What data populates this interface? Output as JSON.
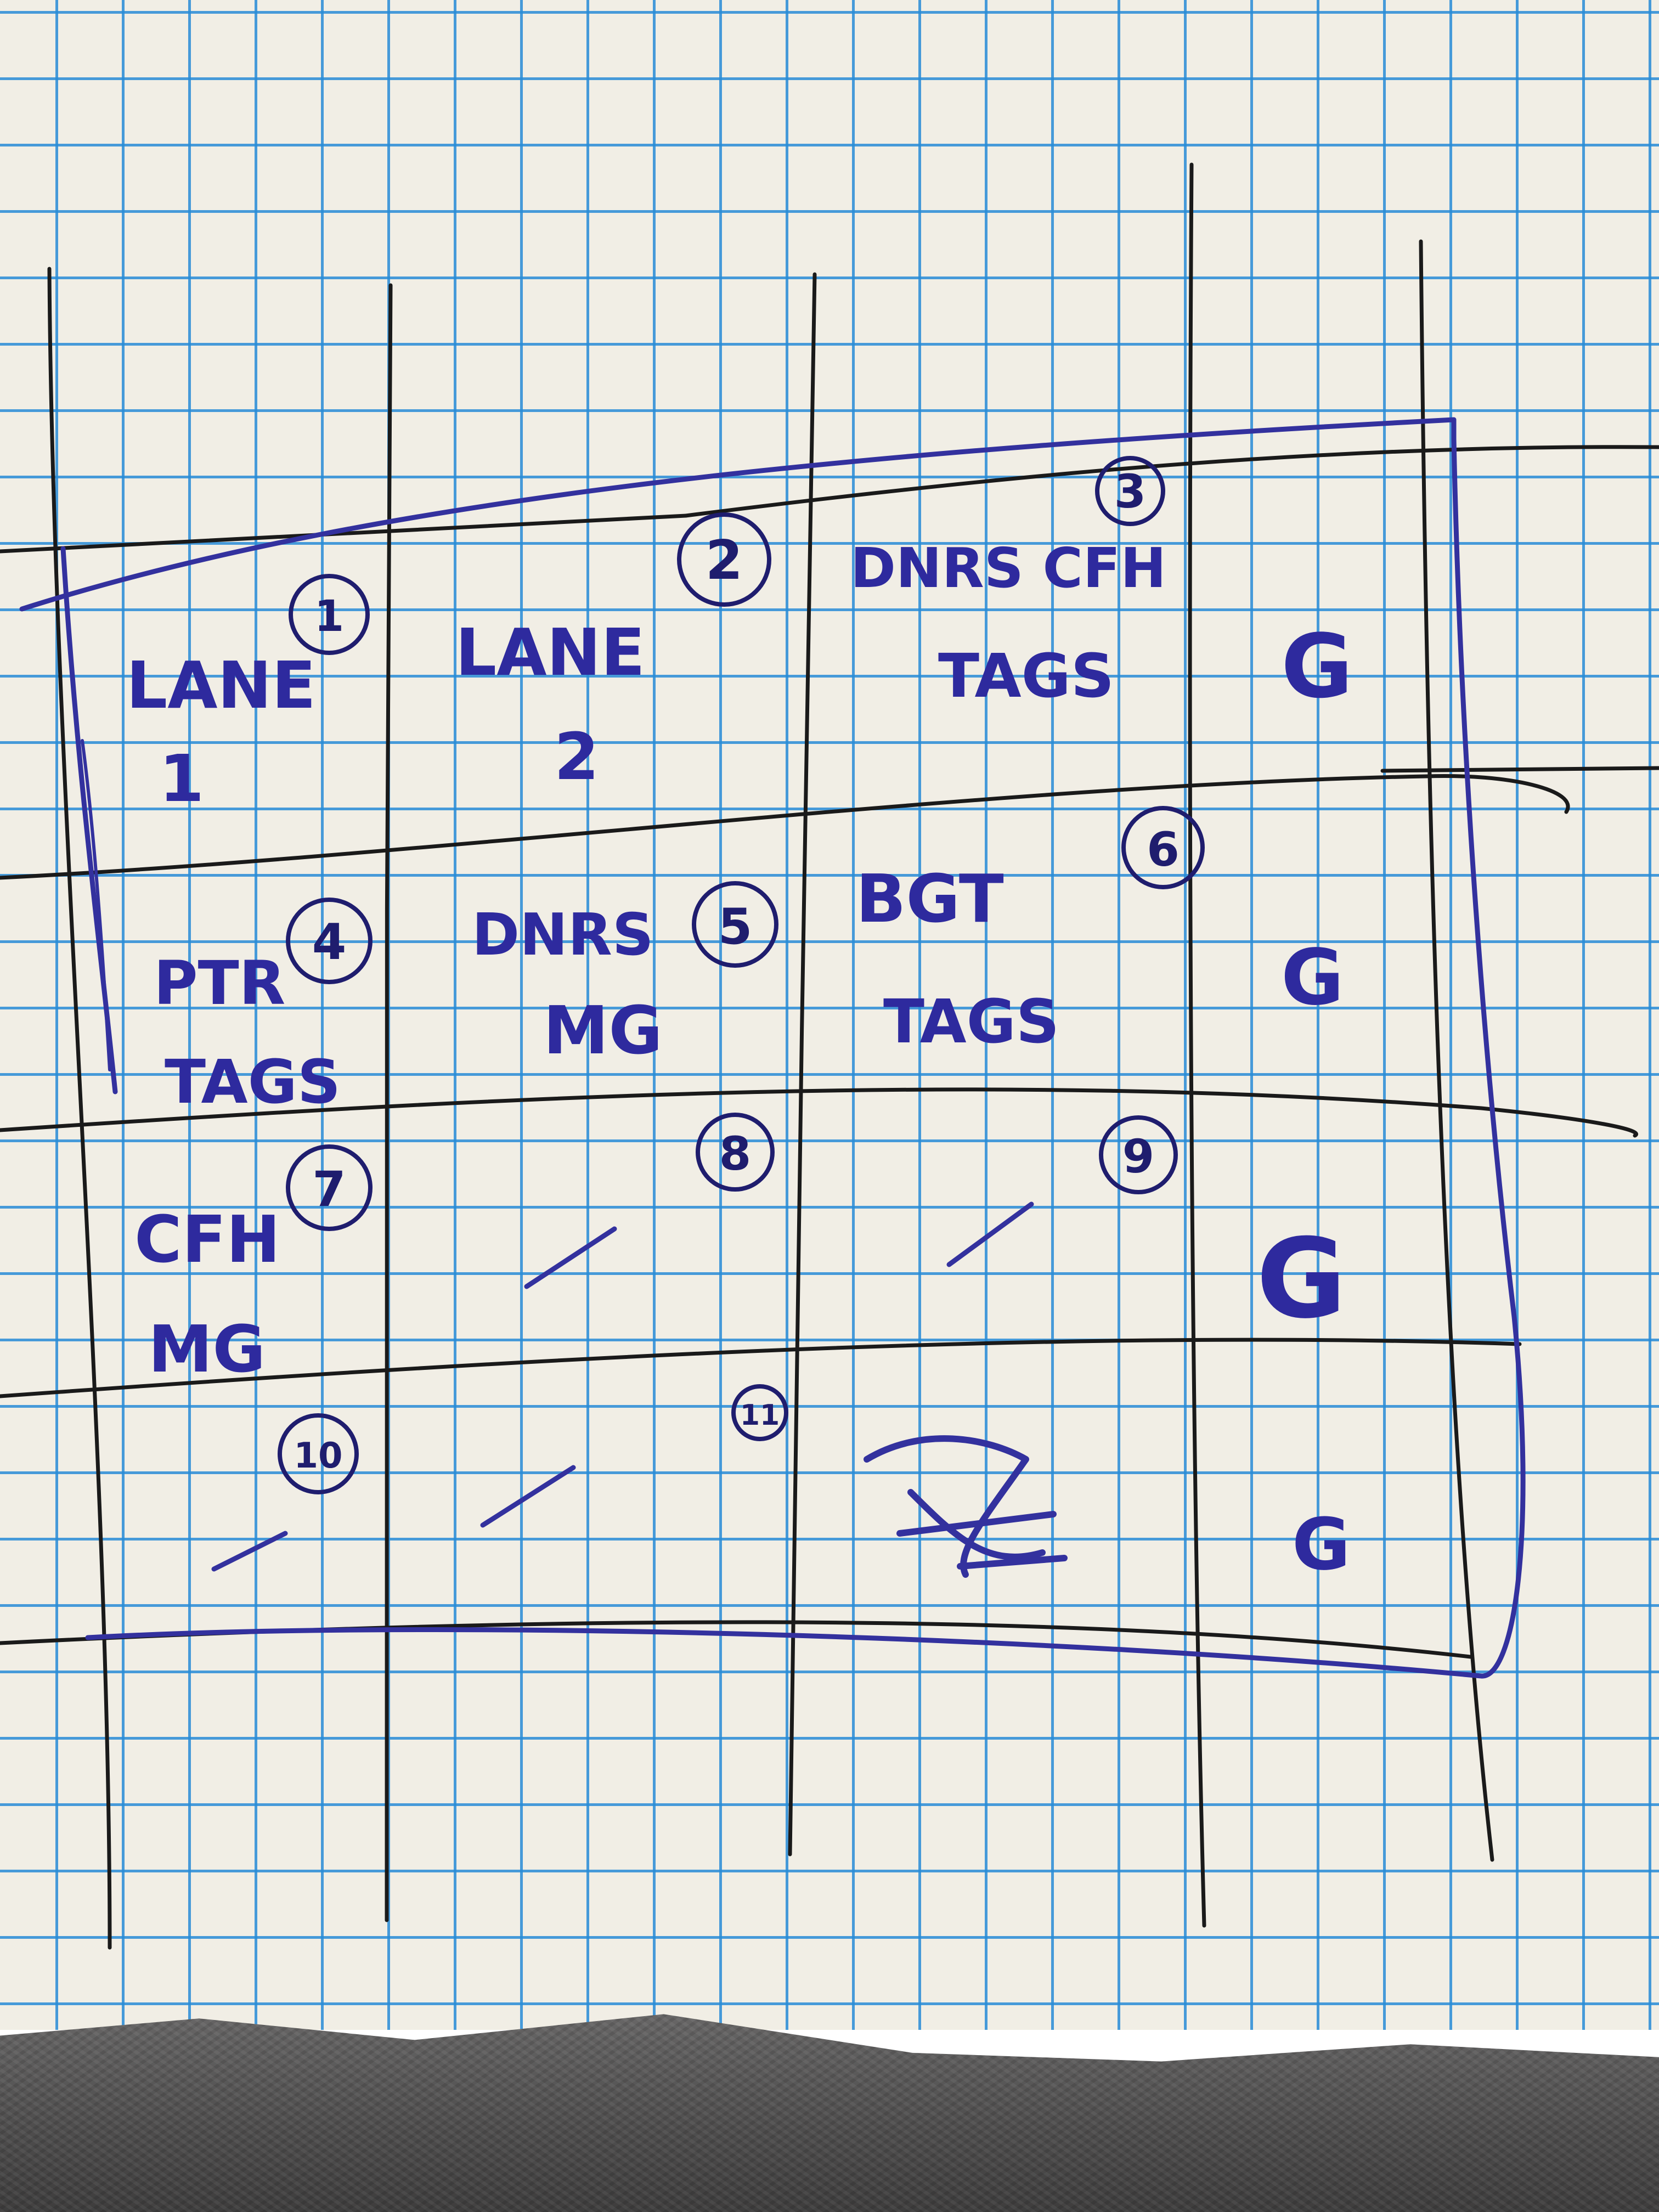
{
  "colors": {
    "grid": "#2a8cd7",
    "paper": "#f1eee5",
    "blue_ink": "#33319e",
    "black_ink": "#1a1a1a"
  },
  "cells": [
    {
      "id": "cell-1",
      "number": "1",
      "lines": [
        "LANE",
        "1"
      ]
    },
    {
      "id": "cell-2",
      "number": "2",
      "lines": [
        "LANE",
        "2"
      ]
    },
    {
      "id": "cell-3",
      "number": "3",
      "lines": [
        "DNRS CFH",
        "TAGS"
      ]
    },
    {
      "id": "cell-4",
      "number": "4",
      "lines": [
        "PTR",
        "TAGS"
      ]
    },
    {
      "id": "cell-5",
      "number": "5",
      "lines": [
        "DNRS",
        "MG"
      ]
    },
    {
      "id": "cell-6",
      "number": "6",
      "lines": [
        "BGT",
        "TAGS"
      ]
    },
    {
      "id": "cell-7",
      "number": "7",
      "lines": [
        "CFH",
        "MG"
      ]
    },
    {
      "id": "cell-8",
      "number": "8",
      "lines": []
    },
    {
      "id": "cell-9",
      "number": "9",
      "lines": []
    },
    {
      "id": "cell-10",
      "number": "10",
      "lines": []
    },
    {
      "id": "cell-11",
      "number": "11",
      "lines": []
    }
  ],
  "right_column": [
    "G",
    "G",
    "G",
    "G"
  ]
}
